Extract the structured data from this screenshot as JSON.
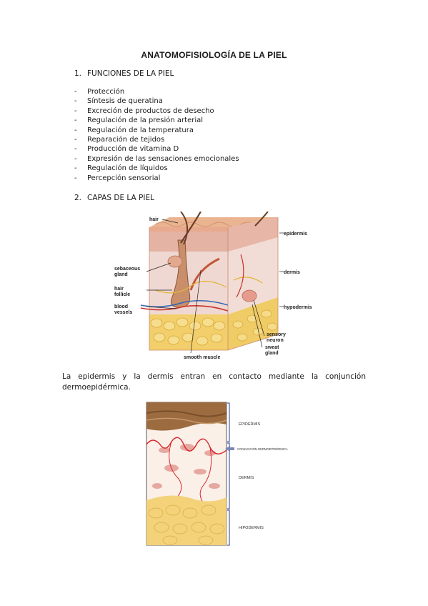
{
  "document": {
    "title": "ANATOMOFISIOLOGÍA DE LA PIEL",
    "section1": {
      "number": "1.",
      "heading": "FUNCIONES DE LA PIEL"
    },
    "functions": [
      {
        "bullet": "-",
        "text": "Protección"
      },
      {
        "bullet": "-",
        "text": "Síntesis de queratina"
      },
      {
        "bullet": "-",
        "text": "Excreción de productos de desecho"
      },
      {
        "bullet": "-",
        "text": "Regulación de la presión arterial"
      },
      {
        "bullet": "-",
        "text": "Regulación de la temperatura"
      },
      {
        "bullet": "-",
        "text": "Reparación de tejidos"
      },
      {
        "bullet": "-",
        "text": "Producción de vitamina D"
      },
      {
        "bullet": "-",
        "text": "Expresión de las sensaciones emocionales"
      },
      {
        "bullet": "-",
        "text": "Regulación de líquidos"
      },
      {
        "bullet": "-",
        "text": "Percepción sensorial"
      }
    ],
    "section2": {
      "number": "2.",
      "heading": "CAPAS DE LA PIEL"
    },
    "paragraph": "La epidermis y la dermis entran en contacto mediante la conjunción dermoepidérmica."
  },
  "figure1": {
    "labels": {
      "hair": "hair",
      "epidermis": "epidermis",
      "sebaceous": "sebaceous",
      "gland": "gland",
      "dermis": "dermis",
      "hair_line1": "hair",
      "follicle": "follicle",
      "blood": "blood",
      "vessels": "vessels",
      "hypodermis": "hypodermis",
      "sensory": "sensory",
      "neuron": "neuron",
      "sweat": "sweat",
      "gland2": "gland",
      "smooth_muscle": "smooth muscle"
    },
    "colors": {
      "epidermis": "#e8b9a8",
      "dermis": "#f1d6cf",
      "hypodermis": "#f2d070",
      "edge": "#c98a70"
    }
  },
  "figure2": {
    "labels": {
      "epidermis": "EPIDERMIS",
      "junction": "CONJUNCIÓN DERMOEPIDÉRMICA",
      "dermis": "DERMIS",
      "hipodermis": "HIPODERMIS"
    },
    "colors": {
      "epidermis": "#9c6b3f",
      "dermis": "#fbeee6",
      "hypodermis": "#f3d27a",
      "junction_line": "#d8262c"
    }
  }
}
